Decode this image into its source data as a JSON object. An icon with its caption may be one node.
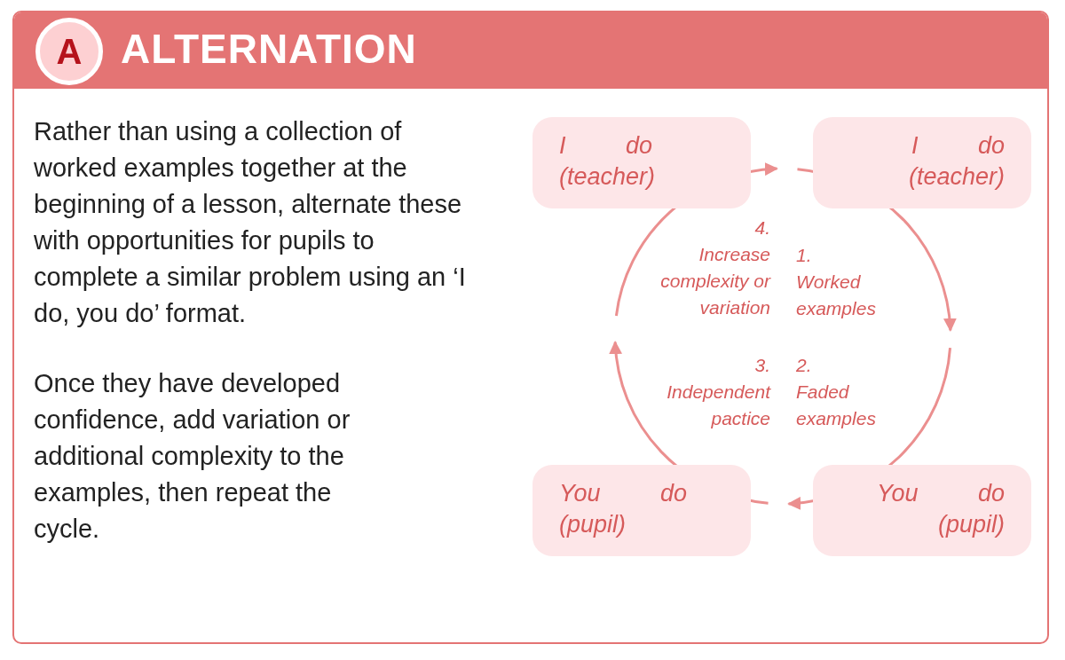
{
  "diagram": {
    "title": "ALTERNATION",
    "nodes": [
      {
        "text": [
          "I do (teacher)"
        ]
      },
      {
        "text": [
          "I do (teacher)"
        ]
      },
      {
        "text": [
          "You do (pupil)"
        ]
      },
      {
        "text": [
          "You do (pupil)"
        ]
      }
    ],
    "labels": [
      "A",
      "Rather than using a collection of worked examples together at the beginning of a lesson, alternate these with opportunities for pupils to complete a similar problem using an ‘I do, you do’ format.",
      "Once they have developed confidence, add variation or additional complexity to the examples, then repeat the cycle.",
      "4. Increase complexity or variation",
      "1. Worked examples",
      "3. Independent pactice",
      "2. Faded examples"
    ]
  }
}
